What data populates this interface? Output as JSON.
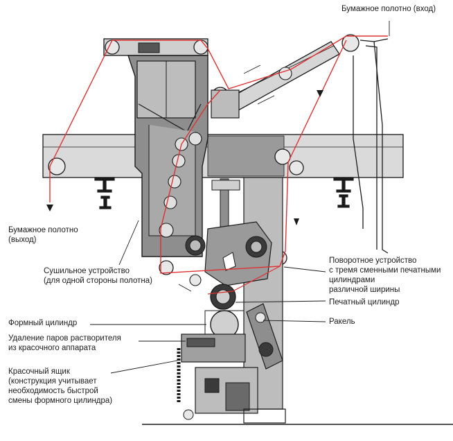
{
  "labels": {
    "paper_in": "Бумажное полотно (вход)",
    "paper_out_1": "Бумажное полотно",
    "paper_out_2": "(выход)",
    "dryer_1": "Сушильное устройство",
    "dryer_2": "(для одной стороны полотна)",
    "turret_1": "Поворотное устройство",
    "turret_2": "с тремя сменными печатными",
    "turret_3": "цилиндрами",
    "turret_4": "различной ширины",
    "impression": "Печатный цилиндр",
    "doctor": "Ракель",
    "form_cyl": "Формный цилиндр",
    "solvent_1": "Удаление паров растворителя",
    "solvent_2": "из красочного аппарата",
    "inkbox_1": "Красочный ящик",
    "inkbox_2": "(конструкция учитывает",
    "inkbox_3": "необходимость быстрой",
    "inkbox_4": "смены формного цилиндра)"
  },
  "colors": {
    "web": "#e03030",
    "machine": "#1a1a1a",
    "shade": "#8e8e8e",
    "light": "#d4d4d4"
  }
}
